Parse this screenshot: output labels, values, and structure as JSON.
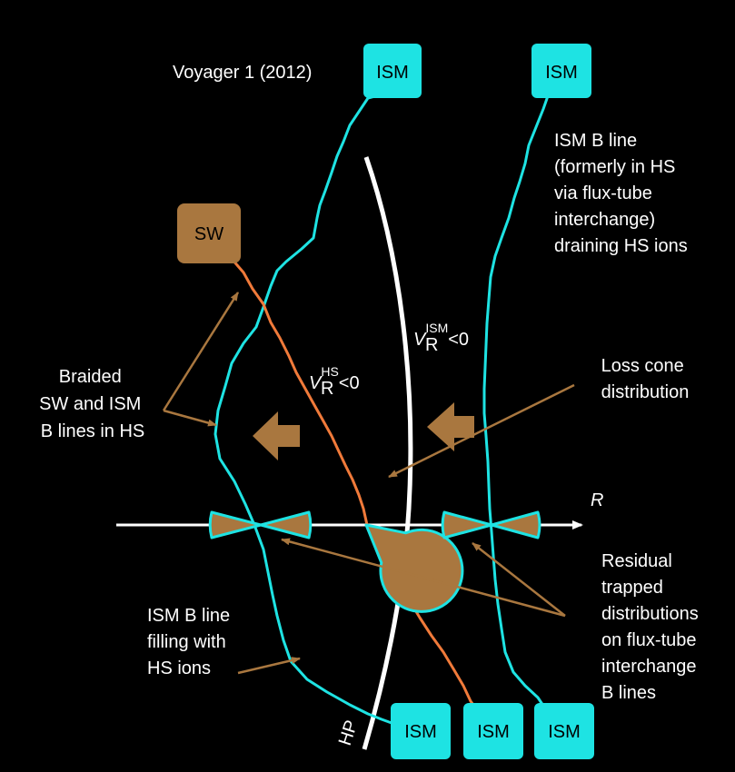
{
  "title": "Voyager 1 (2012)",
  "colors": {
    "background": "#000000",
    "ism": "#1ee3e3",
    "sw": "#a9773f",
    "field_line_sw": "#f07a3a",
    "distribution": "#a9773f",
    "arrow": "#a9773f",
    "axis": "#ffffff"
  },
  "boxes": {
    "ism_top_left": "ISM",
    "ism_top_right": "ISM",
    "sw": "SW",
    "ism_bottom_1": "ISM",
    "ism_bottom_2": "ISM",
    "ism_bottom_3": "ISM"
  },
  "labels": {
    "ism_b_line_draining": [
      "ISM B line",
      "(formerly in HS",
      "via flux-tube",
      "interchange)",
      "draining HS ions"
    ],
    "braided": [
      "Braided",
      "SW and ISM",
      "B lines in HS"
    ],
    "loss_cone": [
      "Loss cone",
      "distribution"
    ],
    "ism_b_line_filling": [
      "ISM B line",
      "filling with",
      "HS ions"
    ],
    "residual": [
      "Residual",
      "trapped",
      "distributions",
      "on flux-tube",
      "interchange",
      "B lines"
    ],
    "vr_ism": {
      "base": "V",
      "sub": "R",
      "sup": "ISM",
      "rel": "<0"
    },
    "vr_hs": {
      "base": "V",
      "sub": "R",
      "sup": "HS",
      "rel": "<0"
    },
    "axis_r": "R",
    "hp": "HP"
  }
}
